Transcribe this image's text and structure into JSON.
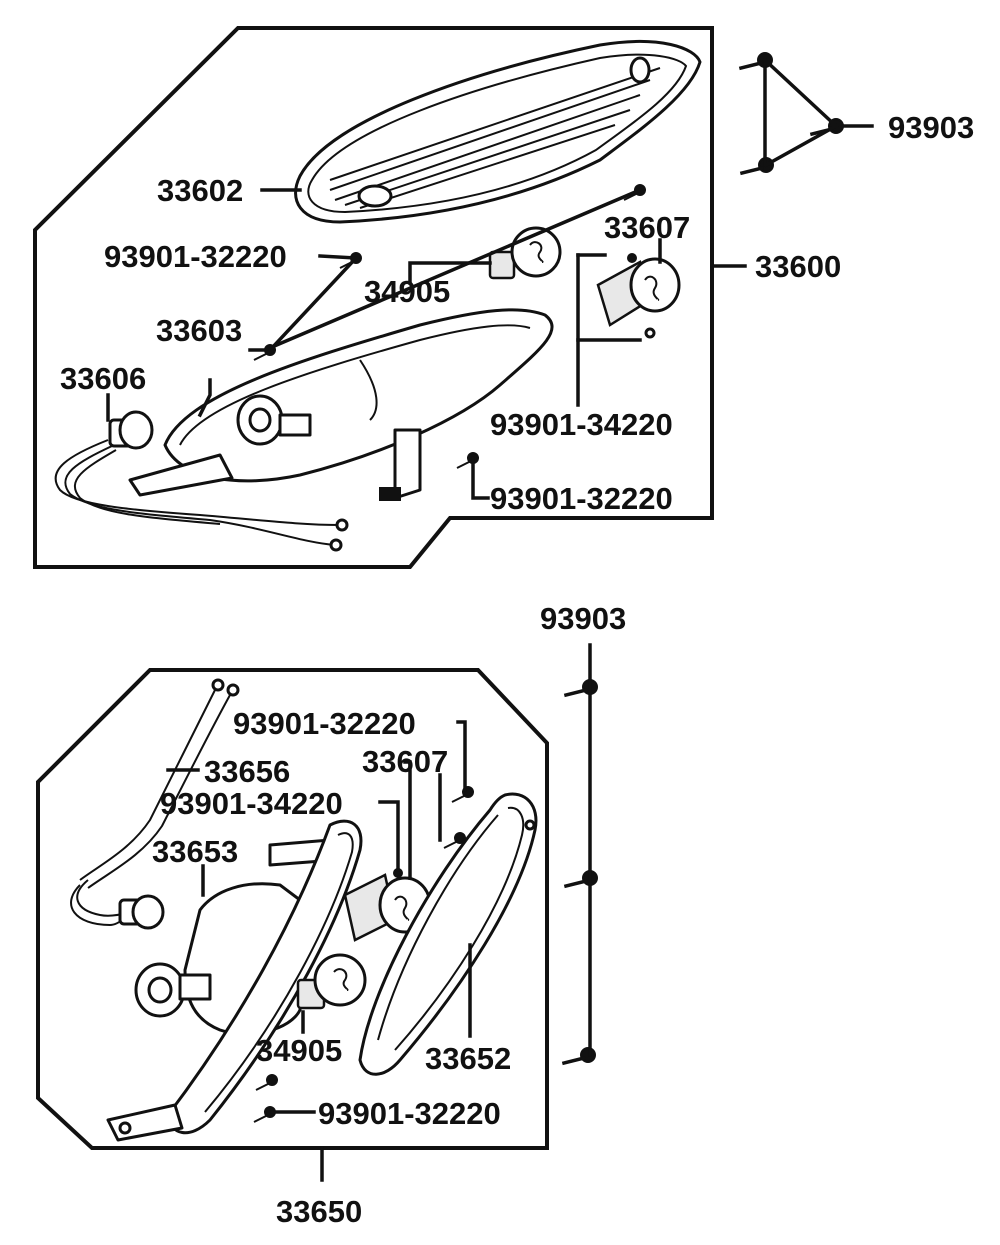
{
  "colors": {
    "ink": "#111111",
    "background": "#ffffff"
  },
  "assemblies": [
    {
      "part_no": "33600",
      "labels": {
        "lens": "33602",
        "lens_screw": "93901-32220",
        "bulb": "34905",
        "housing": "33603",
        "harness": "33606",
        "socket": "33607",
        "socket_screw": "93901-34220",
        "bottom_screw": "93901-32220",
        "mount_screws": "93903"
      }
    },
    {
      "part_no": "33650",
      "labels": {
        "mount_screws": "93903",
        "upper_screw": "93901-32220",
        "socket": "33607",
        "socket_screw": "93901-34220",
        "harness": "33656",
        "housing": "33653",
        "bulb": "34905",
        "lens": "33652",
        "bottom_screw": "93901-32220"
      }
    }
  ]
}
